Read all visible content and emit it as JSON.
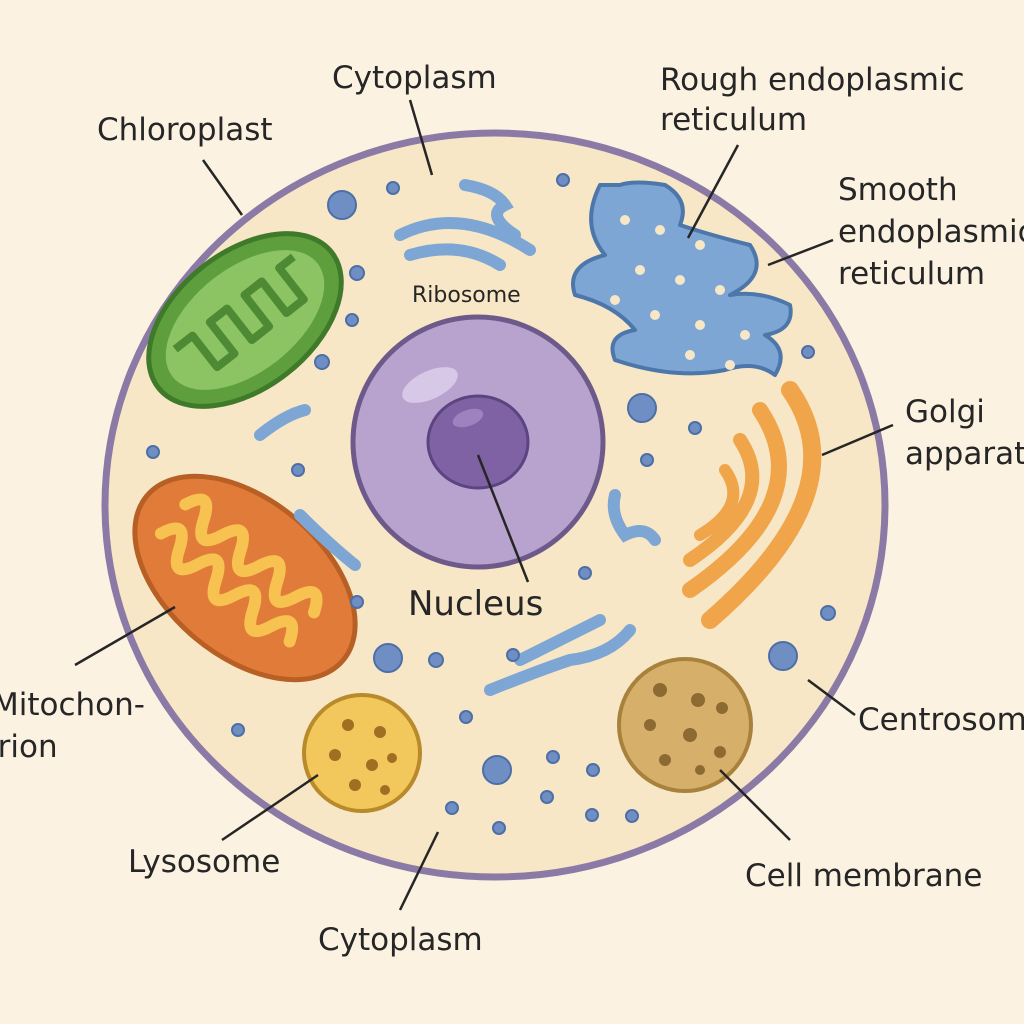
{
  "labels": {
    "cytoplasm_top": "Cytoplasm",
    "chloroplast": "Chloroplast",
    "rough_er_line1": "Rough endoplasmic",
    "rough_er_line2": "reticulum",
    "smooth_er_line1": "Smooth",
    "smooth_er_line2": "endoplasmic",
    "smooth_er_line3": "reticulum",
    "ribosome": "Ribosome",
    "golgi_line1": "Golgi",
    "golgi_line2": "apparatus",
    "nucleus": "Nucleus",
    "mitochondrion_line1": "Mitochon-",
    "mitochondrion_line2": "drion",
    "centrosome": "Centrosome",
    "lysosome": "Lysosome",
    "cell_membrane": "Cell membrane",
    "cytoplasm_bottom": "Cytoplasm"
  },
  "colors": {
    "background": "#fbf2e2",
    "cytoplasm": "#f7e7c6",
    "membrane": "#8b7aa6",
    "nucleus": "#b8a3cf",
    "nucleolus": "#7e62a3",
    "chloroplast": "#6aa84f",
    "mitochondrion": "#e07b39",
    "er": "#7ea6d4",
    "golgi": "#f0a54a",
    "lysosome": "#f2c75c",
    "vesicle": "#d6b06b",
    "ribosome": "#6f8fc4"
  }
}
